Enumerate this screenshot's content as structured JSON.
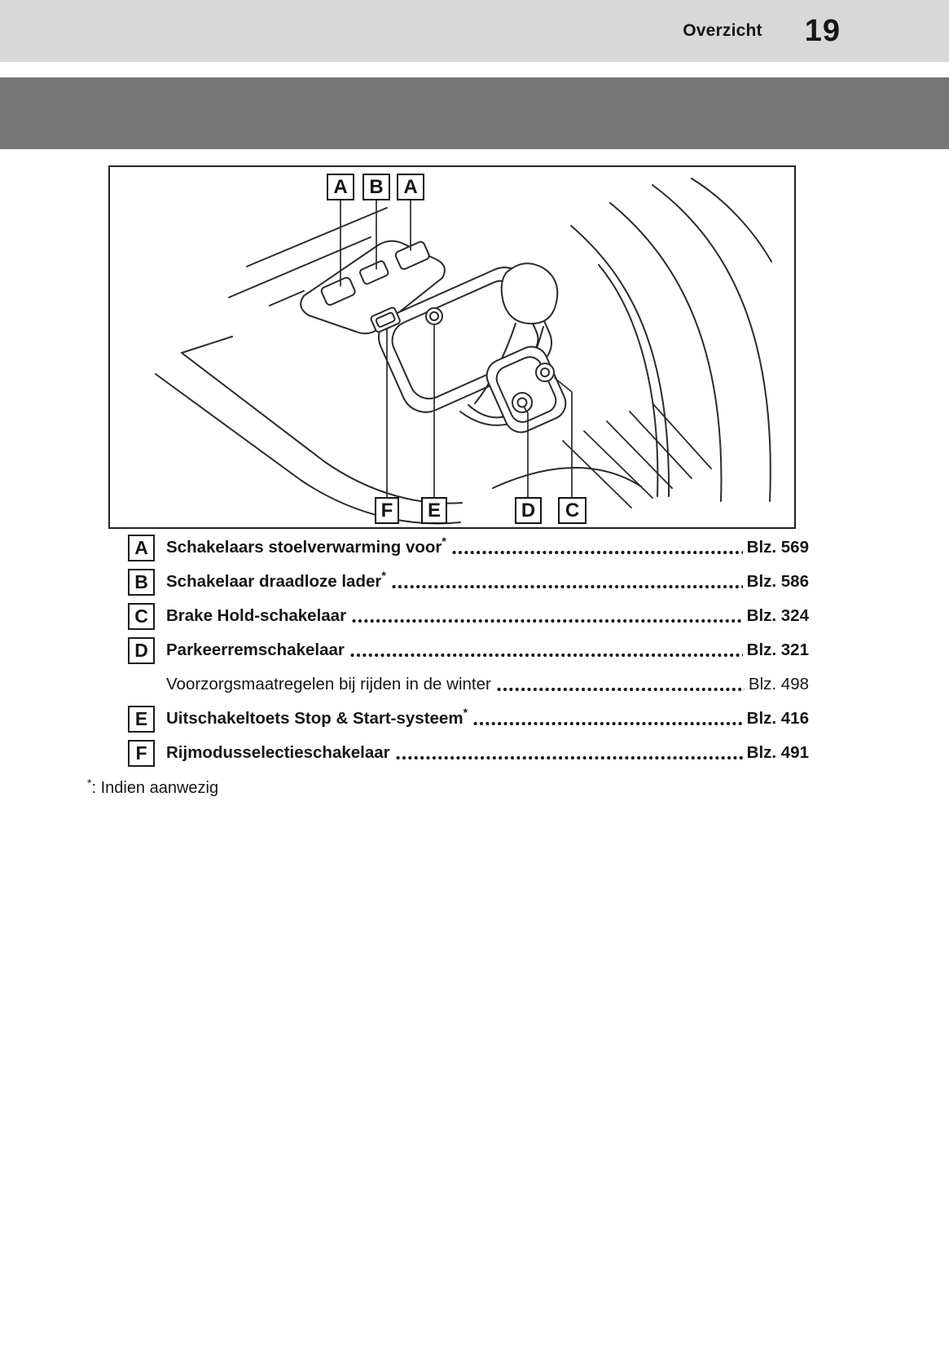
{
  "header": {
    "section_title": "Overzicht",
    "page_number": "19"
  },
  "figure": {
    "description": "center-console line drawing with callouts",
    "top_callouts": [
      "A",
      "B",
      "A"
    ],
    "bottom_callouts": [
      "F",
      "E",
      "D",
      "C"
    ]
  },
  "legend": {
    "items": [
      {
        "letter": "A",
        "label": "Schakelaars stoelverwarming voor",
        "star": "*",
        "page": "Blz. 569"
      },
      {
        "letter": "B",
        "label": "Schakelaar draadloze lader",
        "star": "*",
        "page": "Blz. 586"
      },
      {
        "letter": "C",
        "label": "Brake Hold-schakelaar",
        "page": "Blz. 324"
      },
      {
        "letter": "D",
        "label": "Parkeerremschakelaar",
        "page": "Blz. 321"
      },
      {
        "letter": "",
        "label": "Voorzorgsmaatregelen bij rijden in de winter",
        "page": "Blz. 498"
      },
      {
        "letter": "E",
        "label": "Uitschakeltoets Stop & Start-systeem",
        "star": "*",
        "page": "Blz. 416"
      },
      {
        "letter": "F",
        "label": "Rijmodusselectieschakelaar",
        "page": "Blz. 491"
      }
    ]
  },
  "footnote": {
    "symbol": "*",
    "text": ":  Indien aanwezig"
  },
  "colors": {
    "header_bar": "#d8d8d8",
    "accent_band": "#767676",
    "text": "#161616",
    "line_art": "#2b2b2b"
  }
}
